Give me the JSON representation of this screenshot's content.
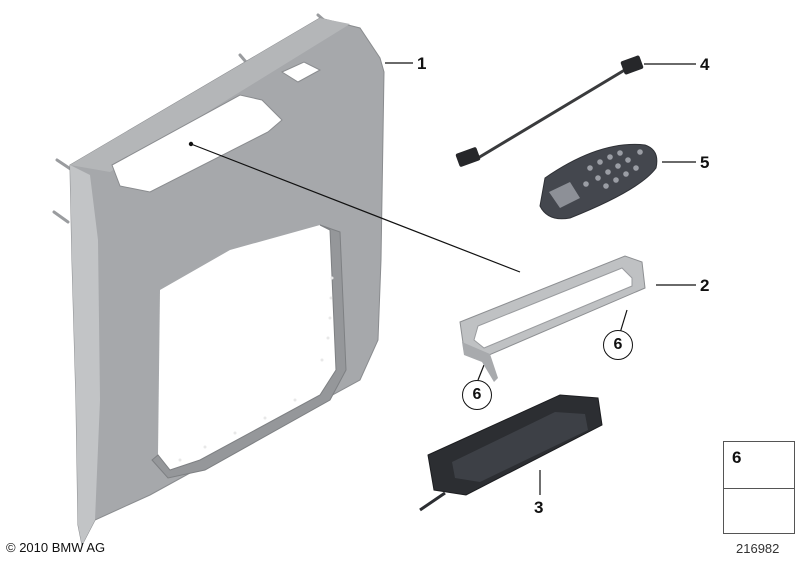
{
  "diagram": {
    "copyright": "© 2010 BMW AG",
    "diagram_number": "216982",
    "callouts": [
      {
        "id": "1",
        "label": "1",
        "part": "center-console-trim-panel"
      },
      {
        "id": "2",
        "label": "2",
        "part": "frame-trim"
      },
      {
        "id": "3",
        "label": "3",
        "part": "phone-cradle-tray"
      },
      {
        "id": "4",
        "label": "4",
        "part": "connecting-cable"
      },
      {
        "id": "5",
        "label": "5",
        "part": "handset-remote"
      },
      {
        "id": "6a",
        "label": "6",
        "part": "screw-ref"
      },
      {
        "id": "6b",
        "label": "6",
        "part": "screw-ref"
      }
    ],
    "legend": {
      "item_number": "6",
      "item_icon": "screw-icon",
      "note_icon": "arrow-left-icon"
    }
  },
  "colors": {
    "panel": "#a3a5a8",
    "panel_dark": "#8e9093",
    "panel_light": "#c4c6c8",
    "frame": "#b8babc",
    "tray": "#2d2f33",
    "remote": "#3e4148",
    "line": "#111111"
  }
}
